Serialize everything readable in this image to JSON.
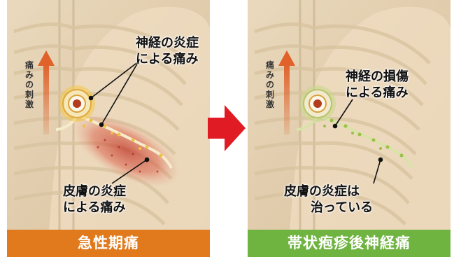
{
  "panels": [
    {
      "caption": "急性期痛",
      "vertical_label": "痛みの刺激",
      "callout_top": [
        "神経の炎症",
        "による痛み"
      ],
      "callout_bottom": [
        "皮膚の炎症",
        "による痛み"
      ]
    },
    {
      "caption": "帯状疱疹後神経痛",
      "vertical_label": "痛みの刺激",
      "callout_top": [
        "神経の損傷",
        "による痛み"
      ],
      "callout_bottom": [
        "皮膚の炎症は",
        "治っている"
      ]
    }
  ],
  "colors": {
    "left_caption": "#e07a1c",
    "right_caption": "#6fb340",
    "transition_arrow": "#e01b24",
    "stimulus_arrow": "#e0612a"
  }
}
